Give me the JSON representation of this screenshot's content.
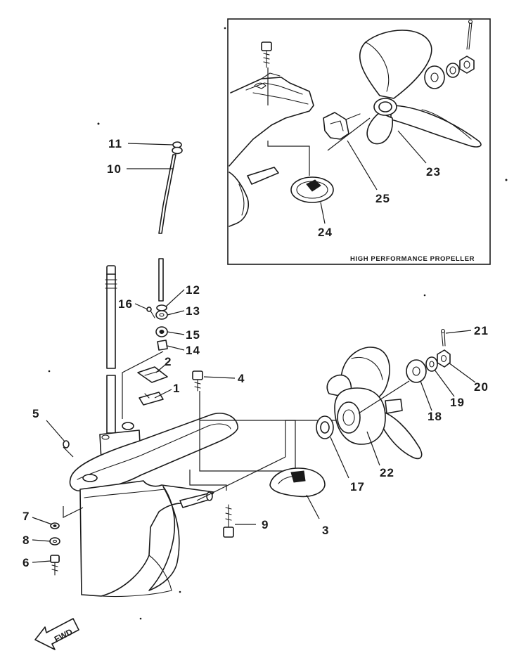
{
  "inset": {
    "title": "HIGH PERFORMANCE PROPELLER"
  },
  "fwd_label": "FWD",
  "callouts": {
    "p1": "1",
    "p2": "2",
    "p3": "3",
    "p4": "4",
    "p5": "5",
    "p6": "6",
    "p7": "7",
    "p8": "8",
    "p9": "9",
    "p10": "10",
    "p11": "11",
    "p12": "12",
    "p13": "13",
    "p14": "14",
    "p15": "15",
    "p16": "16",
    "p17": "17",
    "p18": "18",
    "p19": "19",
    "p20": "20",
    "p21": "21",
    "p22": "22",
    "p23": "23",
    "p24": "24",
    "p25": "25"
  }
}
